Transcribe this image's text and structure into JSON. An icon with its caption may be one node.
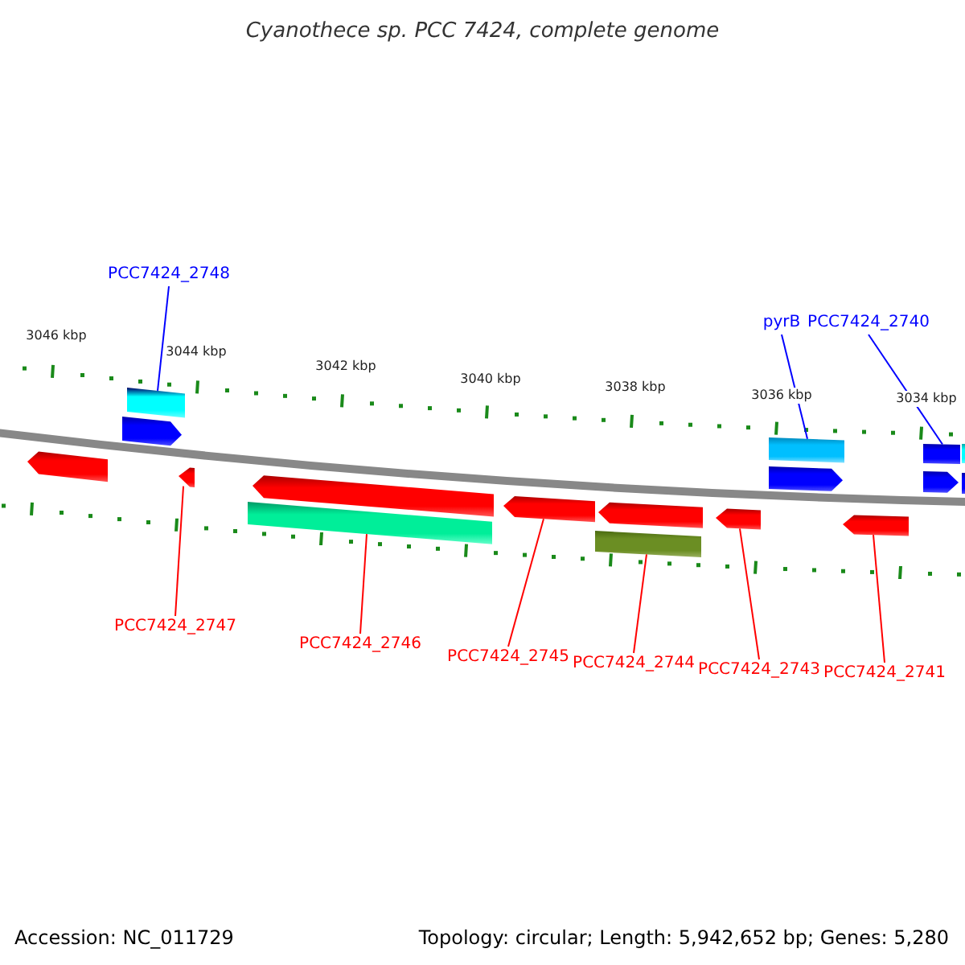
{
  "diagram": {
    "title": "Cyanothece sp. PCC 7424, complete genome",
    "nodes": [
      {
        "text": [
          "PCC7424_2748"
        ]
      },
      {
        "text": [
          "pyrB"
        ]
      },
      {
        "text": [
          "PCC7424_2740"
        ]
      },
      {
        "text": [
          "PCC7424_2747"
        ]
      },
      {
        "text": [
          "PCC7424_2746"
        ]
      },
      {
        "text": [
          "PCC7424_2745"
        ]
      },
      {
        "text": [
          "PCC7424_2744"
        ]
      },
      {
        "text": [
          "PCC7424_2743"
        ]
      },
      {
        "text": [
          "PCC7424_2741"
        ]
      },
      {
        "text": [],
        "shape": "arrow"
      },
      {
        "text": [],
        "shape": "arrow"
      },
      {
        "text": [],
        "shape": "bar"
      },
      {
        "text": [],
        "shape": "arrow"
      },
      {
        "text": [],
        "shape": "bar"
      },
      {
        "text": [],
        "shape": "arrow"
      },
      {
        "text": [],
        "shape": "arrow"
      },
      {
        "text": [],
        "shape": "bar"
      },
      {
        "text": [],
        "shape": "arrow"
      },
      {
        "text": [],
        "shape": "arrow"
      },
      {
        "text": [],
        "shape": "bar"
      },
      {
        "text": [],
        "shape": "arrow"
      },
      {
        "text": [],
        "shape": "arrow"
      },
      {
        "text": [],
        "shape": "bar"
      },
      {
        "text": [],
        "shape": "arrow"
      },
      {
        "text": [],
        "shape": "bar"
      },
      {
        "text": [],
        "shape": "bar"
      }
    ],
    "edges": [
      {
        "from": 0,
        "to": 11,
        "arrow": "none",
        "color": "#0000ff"
      },
      {
        "from": 1,
        "to": 19,
        "arrow": "none",
        "color": "#0000ff"
      },
      {
        "from": 2,
        "to": 22,
        "arrow": "none",
        "color": "#0000ff"
      },
      {
        "from": 3,
        "to": 12,
        "arrow": "none"
      },
      {
        "from": 4,
        "to": 13,
        "arrow": "none"
      },
      {
        "from": 5,
        "to": 15,
        "arrow": "none"
      },
      {
        "from": 6,
        "to": 16,
        "arrow": "none"
      },
      {
        "from": 7,
        "to": 18,
        "arrow": "none"
      },
      {
        "from": 8,
        "to": 21,
        "arrow": "none"
      }
    ],
    "labels": [
      "3046 kbp",
      "3044 kbp",
      "3042 kbp",
      "3040 kbp",
      "3038 kbp",
      "3036 kbp",
      "3034 kbp",
      "Accession: NC_011729",
      "Topology: circular; Length: 5,942,652 bp; Genes: 5,280"
    ]
  }
}
